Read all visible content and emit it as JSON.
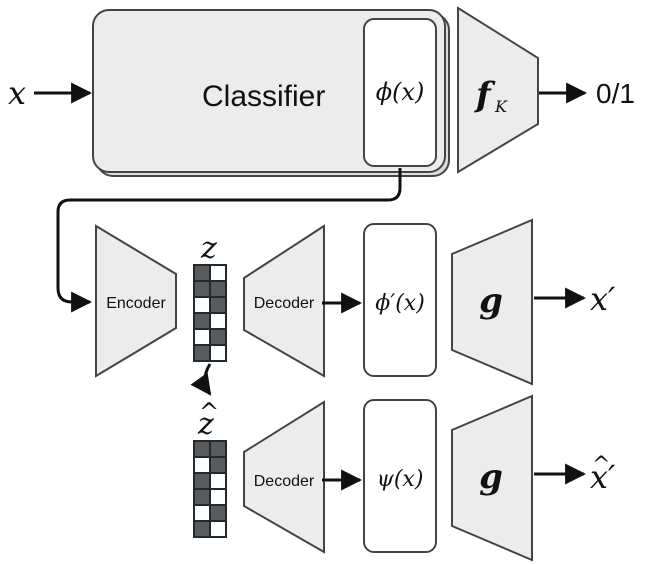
{
  "input_symbol": "x",
  "classifier": {
    "label": "Classifier",
    "feature_prefix": "ϕ",
    "feature_arg": "(x)"
  },
  "head": {
    "symbol": "f",
    "subscript": "K",
    "output": "0/1"
  },
  "autoencoder": {
    "encoder_label": "Encoder",
    "latent_symbol": "z",
    "decoder_label": "Decoder",
    "feature_prefix": "ϕ′",
    "feature_arg": "(x)",
    "generator_symbol": "g",
    "output_symbol": "x′"
  },
  "counterfactual": {
    "latent_symbol": "z",
    "latent_hat": "^",
    "decoder_label": "Decoder",
    "feature_prefix": "ψ",
    "feature_arg": "(x)",
    "generator_symbol": "g",
    "output_symbol": "x′",
    "output_hat": "^"
  },
  "latent_pattern_top": [
    [
      1,
      0
    ],
    [
      1,
      1
    ],
    [
      0,
      1
    ],
    [
      1,
      0
    ],
    [
      0,
      1
    ],
    [
      1,
      0
    ]
  ],
  "latent_pattern_bottom": [
    [
      1,
      1
    ],
    [
      0,
      1
    ],
    [
      1,
      0
    ],
    [
      1,
      0
    ],
    [
      0,
      1
    ],
    [
      1,
      0
    ]
  ],
  "colors": {
    "block_fill": "#ececec",
    "stroke": "#444444",
    "cell_dark": "#5b5b5b",
    "cell_light": "#ffffff"
  }
}
